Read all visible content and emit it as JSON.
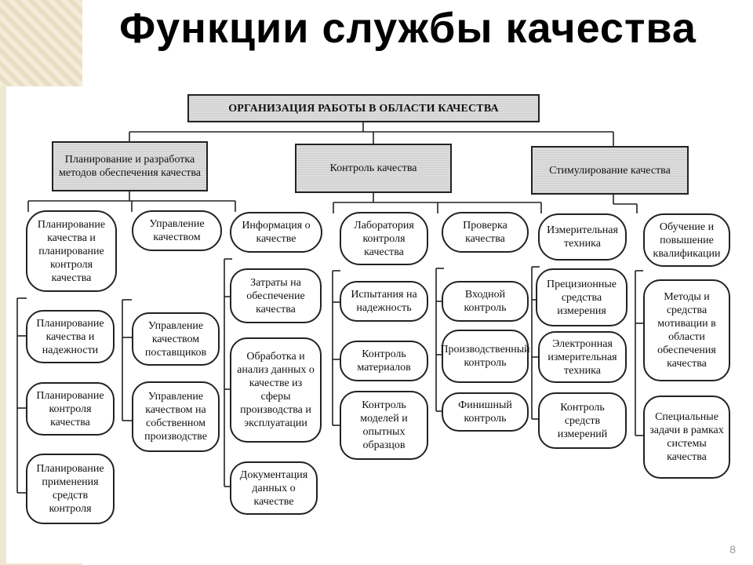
{
  "slide": {
    "title": "Функции службы качества",
    "page_number": "8"
  },
  "diagram": {
    "root": "ОРГАНИЗАЦИЯ РАБОТЫ В ОБЛАСТИ КАЧЕСТВА",
    "groups": [
      {
        "label": "Планирование и разработка методов обеспечения качества",
        "columns": [
          [
            "Планирование качества и планирование контроля качества",
            "Планирование качества и надежности",
            "Планирование контроля качества",
            "Планирование применения средств контроля"
          ],
          [
            "Управление качеством",
            "Управление качеством поставщиков",
            "Управление качеством на собственном производстве"
          ],
          [
            "Информация о качестве",
            "Затраты на обеспечение качества",
            "Обработка и анализ данных о качестве из сферы производства и эксплуатации",
            "Документация данных о качестве"
          ]
        ]
      },
      {
        "label": "Контроль качества",
        "columns": [
          [
            "Лаборатория контроля качества",
            "Испытания на надежность",
            "Контроль материалов",
            "Контроль моделей и опытных образцов"
          ],
          [
            "Проверка качества",
            "Входной контроль",
            "Производственный контроль",
            "Финишный контроль"
          ],
          [
            "Измерительная техника",
            "Прецизионные средства измерения",
            "Электронная измерительная техника",
            "Контроль средств измерений"
          ]
        ]
      },
      {
        "label": "Стимулирование качества",
        "columns": [
          [
            "Обучение и повышение квалификации",
            "Методы и средства мотивации в области обеспечения качества",
            "Специальные задачи в рамках системы качества"
          ]
        ]
      }
    ]
  }
}
